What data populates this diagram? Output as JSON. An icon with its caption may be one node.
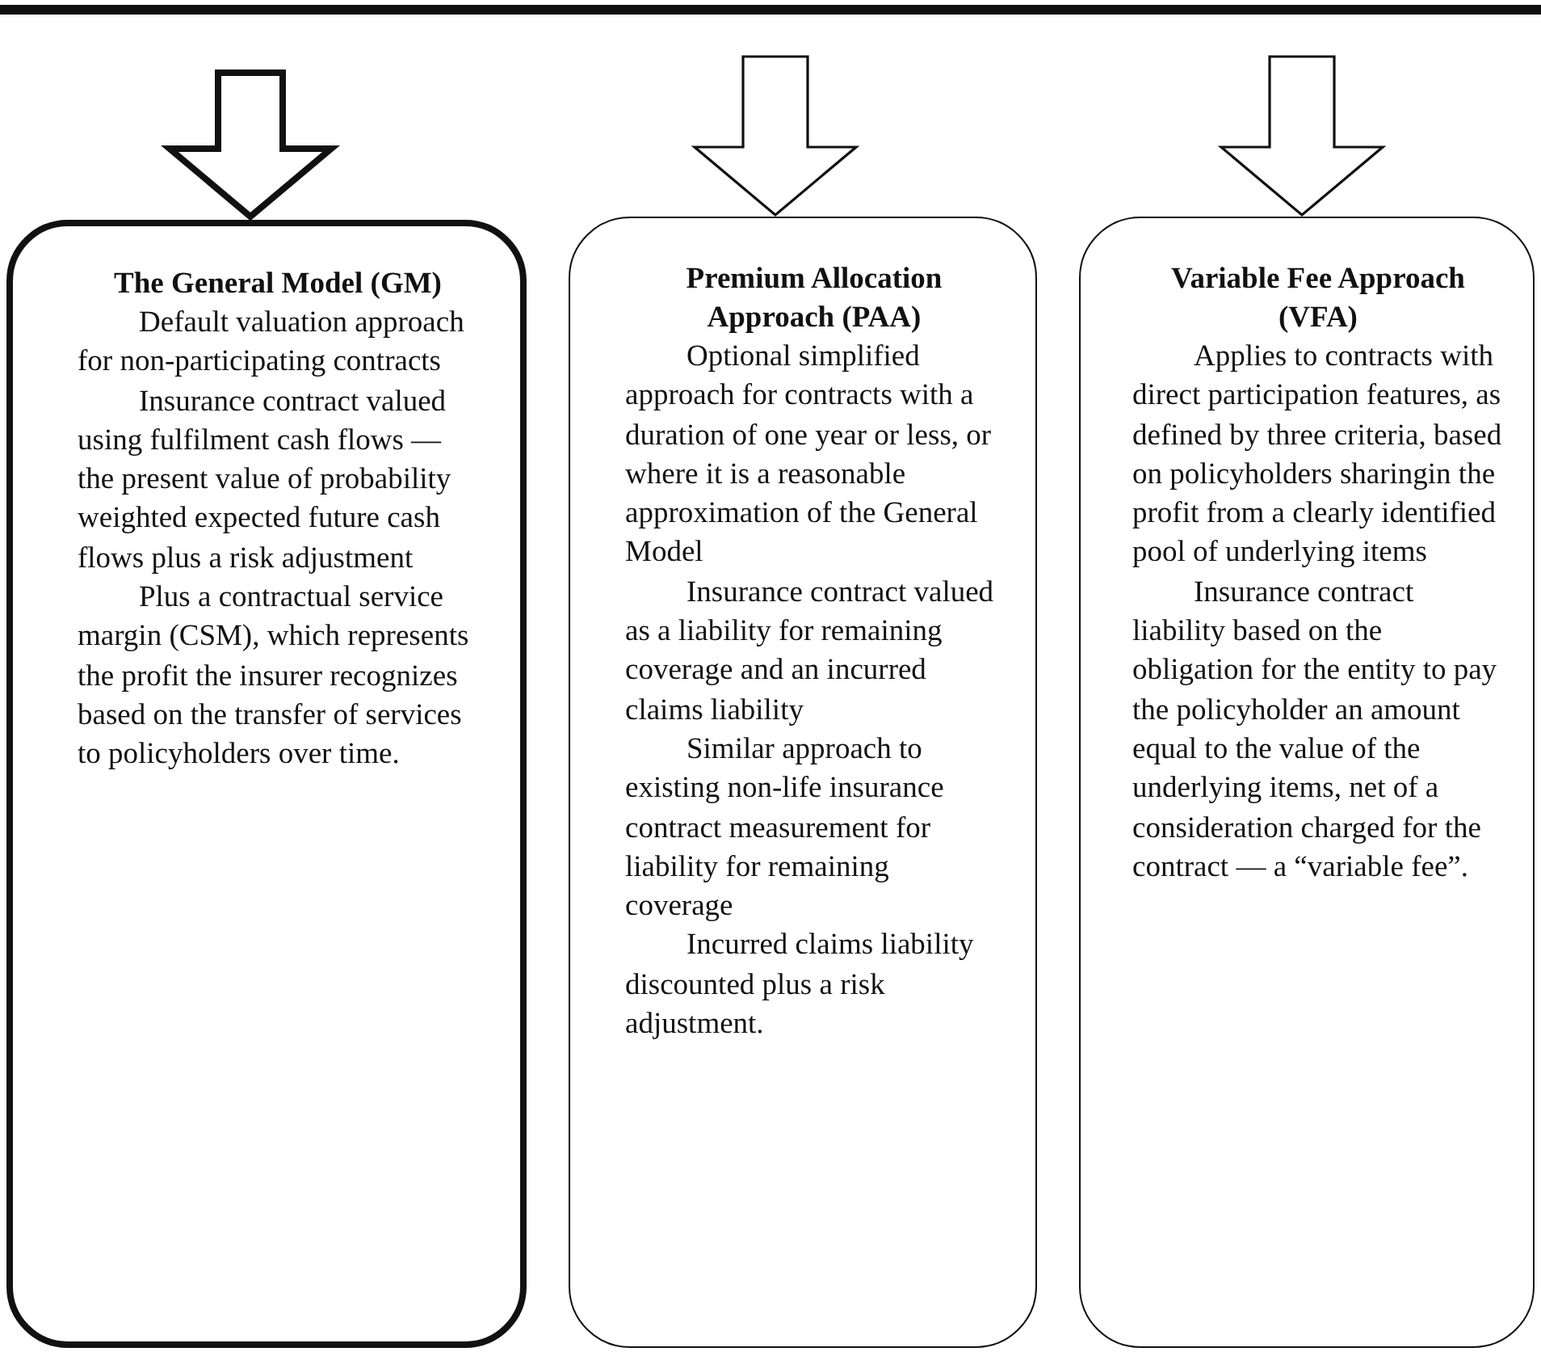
{
  "diagram": {
    "nodes": [
      {
        "text": [
          "The General Model (GM)",
          "Default valuation approach for non-participating contracts",
          "Insurance contract valued using fulfilment cash flows — the present value of probability weighted expected future cash flows plus a risk adjustment",
          "Plus a contractual service margin (CSM), which represents the profit the insurer recognizes based on the transfer of services to policyholders over time."
        ]
      },
      {
        "text": [
          "Premium Allocation Approach (PAA)",
          "Optional simplified approach for contracts with a duration of one year or less, or where it is a reasonable approximation of the General Model",
          "Insurance contract valued as a liability for remaining coverage and an incurred claims liability",
          "Similar approach to existing non-life insurance contract measurement for liability for remaining coverage",
          "Incurred claims liability discounted plus a risk adjustment."
        ]
      },
      {
        "text": [
          "Variable Fee Approach (VFA)",
          "Applies to contracts with direct participation features, as defined by three criteria, based on policyholders sharingin the profit from a clearly identified pool of underlying items",
          "Insurance contract liability based on the obligation for the entity to pay the policyholder an amount equal to the value of the underlying items, net of a consideration charged for the contract — a “variable fee”."
        ]
      }
    ],
    "edges": [
      {
        "from": null,
        "to": 0,
        "arrow": "to",
        "style": "thick"
      },
      {
        "from": null,
        "to": 1,
        "arrow": "to"
      },
      {
        "from": null,
        "to": 2,
        "arrow": "to"
      }
    ]
  }
}
